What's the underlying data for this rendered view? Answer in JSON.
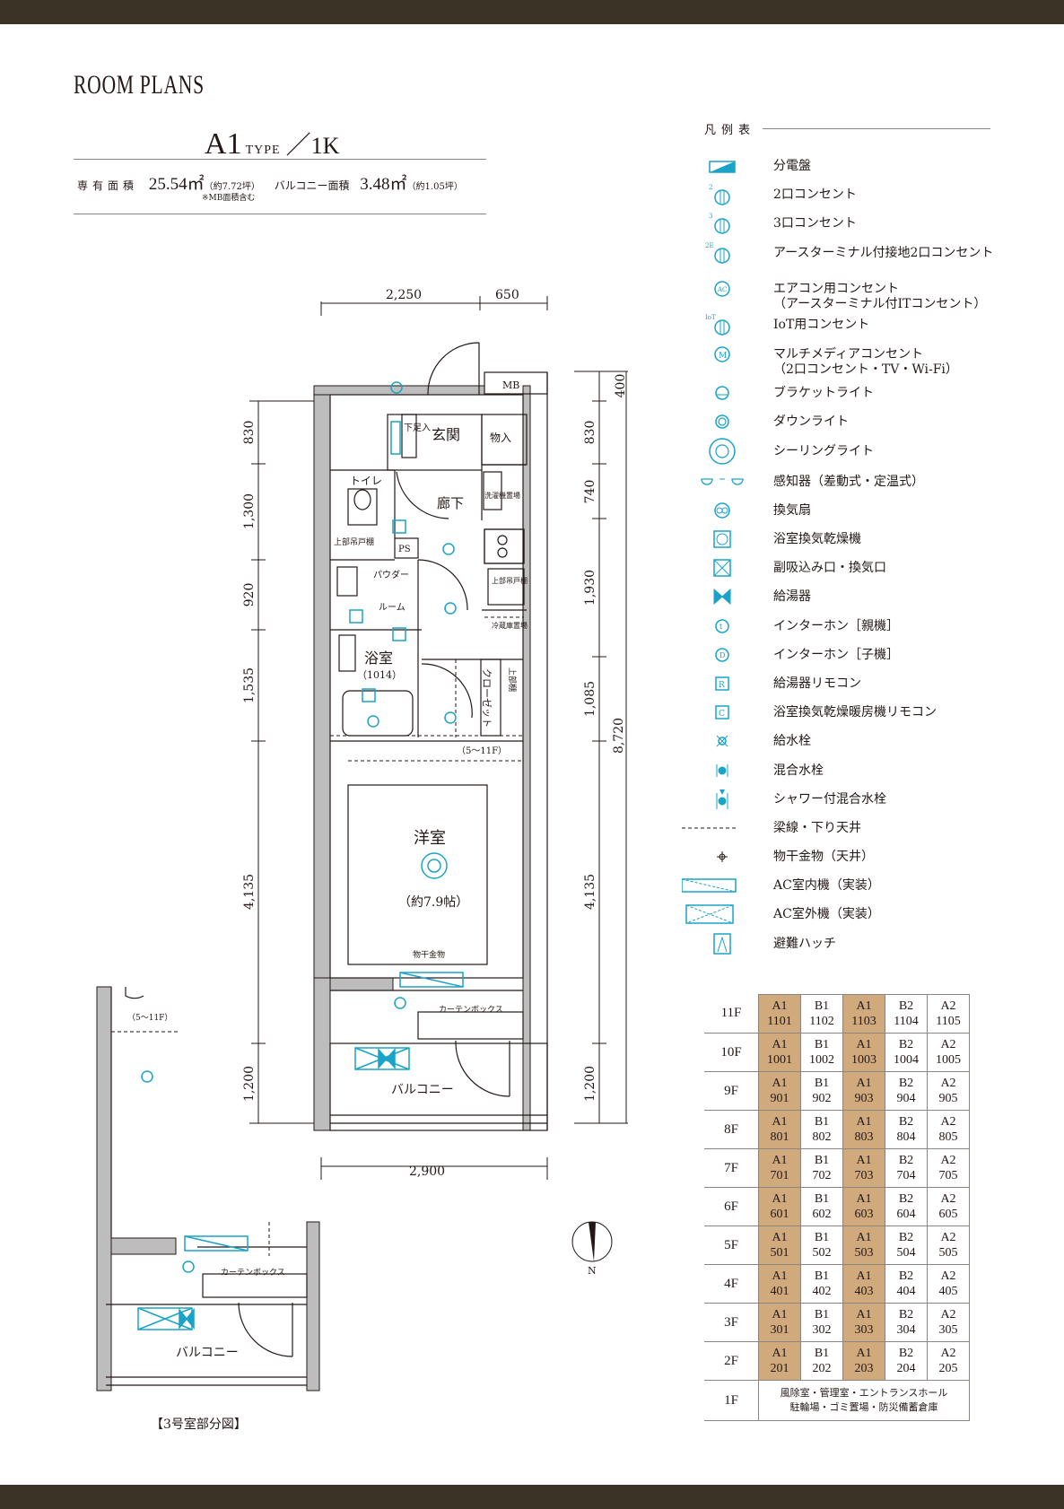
{
  "header": {
    "title": "ROOM PLANS"
  },
  "type_info": {
    "name": "A1",
    "type_label": "TYPE",
    "separator": "／",
    "layout": "1K"
  },
  "areas": {
    "floor_label": "専有面積",
    "floor_value": "25.54㎡",
    "floor_tsubo": "（約7.72坪）",
    "balcony_label": "バルコニー面積",
    "balcony_value": "3.48㎡",
    "balcony_tsubo": "（約1.05坪）",
    "note": "※MB面積含む"
  },
  "plan": {
    "dims_top": [
      "2,250",
      "650"
    ],
    "dims_bottom": "2,900",
    "dims_left": [
      "830",
      "1,300",
      "920",
      "1,535",
      "4,135",
      "1,200"
    ],
    "dims_right": [
      "400",
      "830",
      "740",
      "1,930",
      "1,085",
      "4,135",
      "1,200"
    ],
    "dims_total": "8,720",
    "rooms": {
      "mb": "MB",
      "genkan": "玄関",
      "shitasoku": "下足入",
      "monoire": "物入",
      "toilet": "トイレ",
      "rouka": "廊下",
      "washer": "洗濯機置場",
      "uebu1": "上部吊戸棚",
      "ps": "PS",
      "powder": "パウダー",
      "room_suffix": "ルーム",
      "fridge": "冷蔵庫置場",
      "uebu2": "上部吊戸棚",
      "bath": "浴室",
      "bath_size": "（1014）",
      "closet": "クローゼット",
      "uebu3": "上部棚",
      "floor_note": "（5～11F）",
      "youshitsu": "洋室",
      "youshitsu_size": "（約7.9帖）",
      "monohoshi": "物干金物",
      "curtain": "カーテンボックス",
      "balcony": "バルコニー",
      "uebu_toilet": "上部吊戸棚"
    },
    "compass": "N"
  },
  "partial_plan": {
    "caption": "【3号室部分図】",
    "floor_note": "（5～11F）",
    "curtain": "カーテンボックス",
    "balcony": "バルコニー"
  },
  "legend": {
    "title": "凡例表",
    "items": [
      {
        "icon": "distribution-board-icon",
        "label": "分電盤"
      },
      {
        "icon": "outlet-2-icon",
        "label": "2口コンセント"
      },
      {
        "icon": "outlet-3-icon",
        "label": "3口コンセント"
      },
      {
        "icon": "outlet-2e-icon",
        "label": "アースターミナル付接地2口コンセント"
      },
      {
        "icon": "ac-outlet-icon",
        "label": "エアコン用コンセント\n（アースターミナル付ITコンセント）"
      },
      {
        "icon": "iot-outlet-icon",
        "label": "IoT用コンセント"
      },
      {
        "icon": "multimedia-outlet-icon",
        "label": "マルチメディアコンセント\n（2口コンセント・TV・Wi-Fi）"
      },
      {
        "icon": "bracket-light-icon",
        "label": "ブラケットライト"
      },
      {
        "icon": "downlight-icon",
        "label": "ダウンライト"
      },
      {
        "icon": "ceiling-light-icon",
        "label": "シーリングライト"
      },
      {
        "icon": "detector-icon",
        "label": "感知器（差動式・定温式）"
      },
      {
        "icon": "ventilation-fan-icon",
        "label": "換気扇"
      },
      {
        "icon": "bath-dryer-icon",
        "label": "浴室換気乾燥機"
      },
      {
        "icon": "air-inlet-icon",
        "label": "副吸込み口・換気口"
      },
      {
        "icon": "water-heater-icon",
        "label": "給湯器"
      },
      {
        "icon": "intercom-main-icon",
        "label": "インターホン［親機］"
      },
      {
        "icon": "intercom-sub-icon",
        "label": "インターホン［子機］"
      },
      {
        "icon": "heater-remote-icon",
        "label": "給湯器リモコン"
      },
      {
        "icon": "bath-remote-icon",
        "label": "浴室換気乾燥暖房機リモコン"
      },
      {
        "icon": "faucet-icon",
        "label": "給水栓"
      },
      {
        "icon": "mixing-faucet-icon",
        "label": "混合水栓"
      },
      {
        "icon": "shower-faucet-icon",
        "label": "シャワー付混合水栓"
      },
      {
        "icon": "beam-line-icon",
        "label": "梁線・下り天井"
      },
      {
        "icon": "drying-hook-icon",
        "label": "物干金物（天井）"
      },
      {
        "icon": "ac-indoor-icon",
        "label": "AC室内機（実装）"
      },
      {
        "icon": "ac-outdoor-icon",
        "label": "AC室外機（実装）"
      },
      {
        "icon": "evacuation-hatch-icon",
        "label": "避難ハッチ"
      }
    ]
  },
  "unit_table": {
    "floors": [
      {
        "floor": "11F",
        "units": [
          [
            "A1",
            "1101",
            true
          ],
          [
            "B1",
            "1102",
            false
          ],
          [
            "A1",
            "1103",
            true
          ],
          [
            "B2",
            "1104",
            false
          ],
          [
            "A2",
            "1105",
            false
          ]
        ]
      },
      {
        "floor": "10F",
        "units": [
          [
            "A1",
            "1001",
            true
          ],
          [
            "B1",
            "1002",
            false
          ],
          [
            "A1",
            "1003",
            true
          ],
          [
            "B2",
            "1004",
            false
          ],
          [
            "A2",
            "1005",
            false
          ]
        ]
      },
      {
        "floor": "9F",
        "units": [
          [
            "A1",
            "901",
            true
          ],
          [
            "B1",
            "902",
            false
          ],
          [
            "A1",
            "903",
            true
          ],
          [
            "B2",
            "904",
            false
          ],
          [
            "A2",
            "905",
            false
          ]
        ]
      },
      {
        "floor": "8F",
        "units": [
          [
            "A1",
            "801",
            true
          ],
          [
            "B1",
            "802",
            false
          ],
          [
            "A1",
            "803",
            true
          ],
          [
            "B2",
            "804",
            false
          ],
          [
            "A2",
            "805",
            false
          ]
        ]
      },
      {
        "floor": "7F",
        "units": [
          [
            "A1",
            "701",
            true
          ],
          [
            "B1",
            "702",
            false
          ],
          [
            "A1",
            "703",
            true
          ],
          [
            "B2",
            "704",
            false
          ],
          [
            "A2",
            "705",
            false
          ]
        ]
      },
      {
        "floor": "6F",
        "units": [
          [
            "A1",
            "601",
            true
          ],
          [
            "B1",
            "602",
            false
          ],
          [
            "A1",
            "603",
            true
          ],
          [
            "B2",
            "604",
            false
          ],
          [
            "A2",
            "605",
            false
          ]
        ]
      },
      {
        "floor": "5F",
        "units": [
          [
            "A1",
            "501",
            true
          ],
          [
            "B1",
            "502",
            false
          ],
          [
            "A1",
            "503",
            true
          ],
          [
            "B2",
            "504",
            false
          ],
          [
            "A2",
            "505",
            false
          ]
        ]
      },
      {
        "floor": "4F",
        "units": [
          [
            "A1",
            "401",
            true
          ],
          [
            "B1",
            "402",
            false
          ],
          [
            "A1",
            "403",
            true
          ],
          [
            "B2",
            "404",
            false
          ],
          [
            "A2",
            "405",
            false
          ]
        ]
      },
      {
        "floor": "3F",
        "units": [
          [
            "A1",
            "301",
            true
          ],
          [
            "B1",
            "302",
            false
          ],
          [
            "A1",
            "303",
            true
          ],
          [
            "B2",
            "304",
            false
          ],
          [
            "A2",
            "305",
            false
          ]
        ]
      },
      {
        "floor": "2F",
        "units": [
          [
            "A1",
            "201",
            true
          ],
          [
            "B1",
            "202",
            false
          ],
          [
            "A1",
            "203",
            true
          ],
          [
            "B2",
            "204",
            false
          ],
          [
            "A2",
            "205",
            false
          ]
        ]
      }
    ],
    "ground": {
      "floor": "1F",
      "line1": "風除室・管理室・エントランスホール",
      "line2": "駐輪場・ゴミ置場・防災備蓄倉庫"
    }
  },
  "colors": {
    "band": "#3a3326",
    "accent_blue": "#1aa3c8",
    "highlight": "#d0a97c",
    "wall": "#bdbdbd"
  }
}
